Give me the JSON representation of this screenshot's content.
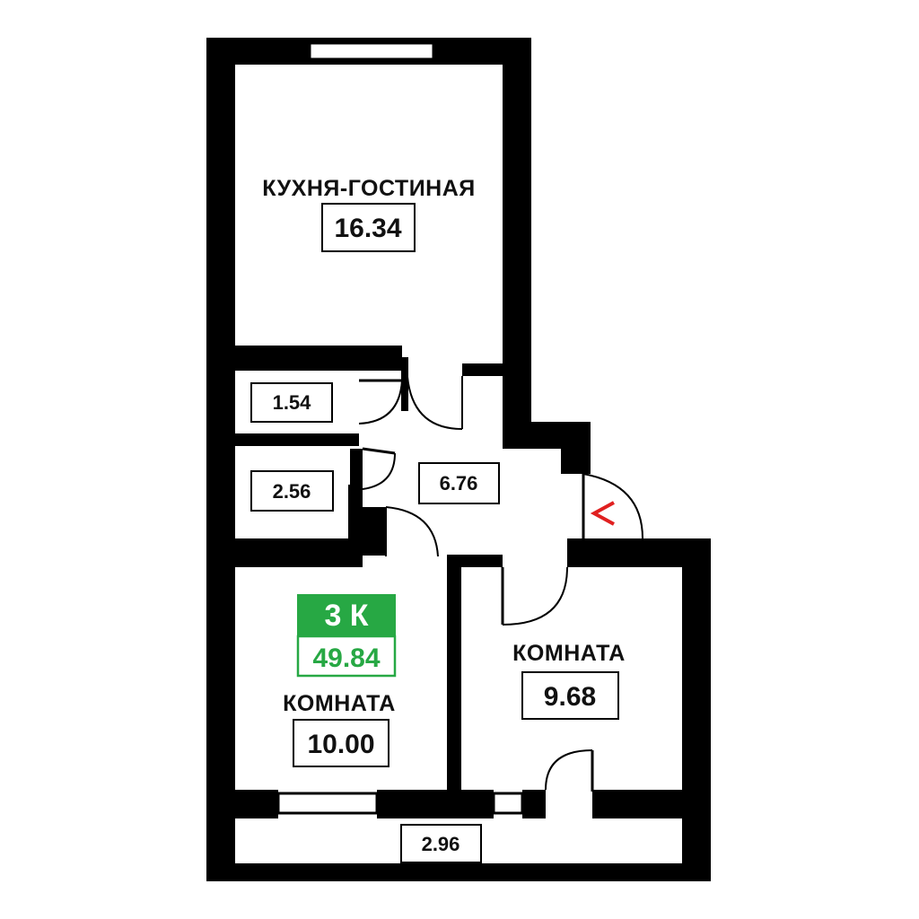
{
  "plan": {
    "apartment_type": "3 К",
    "total_area": "49.84",
    "accent_color": "#27a844",
    "entrance_marker_color": "#e02020",
    "entrance_marker_icon": "chevron-left-icon",
    "rooms": {
      "kitchen": {
        "name": "КУХНЯ-ГОСТИНАЯ",
        "area": "16.34"
      },
      "bathroom": {
        "area": "1.54"
      },
      "wc": {
        "area": "2.56"
      },
      "hall": {
        "area": "6.76"
      },
      "room_left": {
        "name": "КОМНАТА",
        "area": "10.00"
      },
      "room_right": {
        "name": "КОМНАТА",
        "area": "9.68"
      },
      "balcony": {
        "area": "2.96"
      }
    }
  }
}
